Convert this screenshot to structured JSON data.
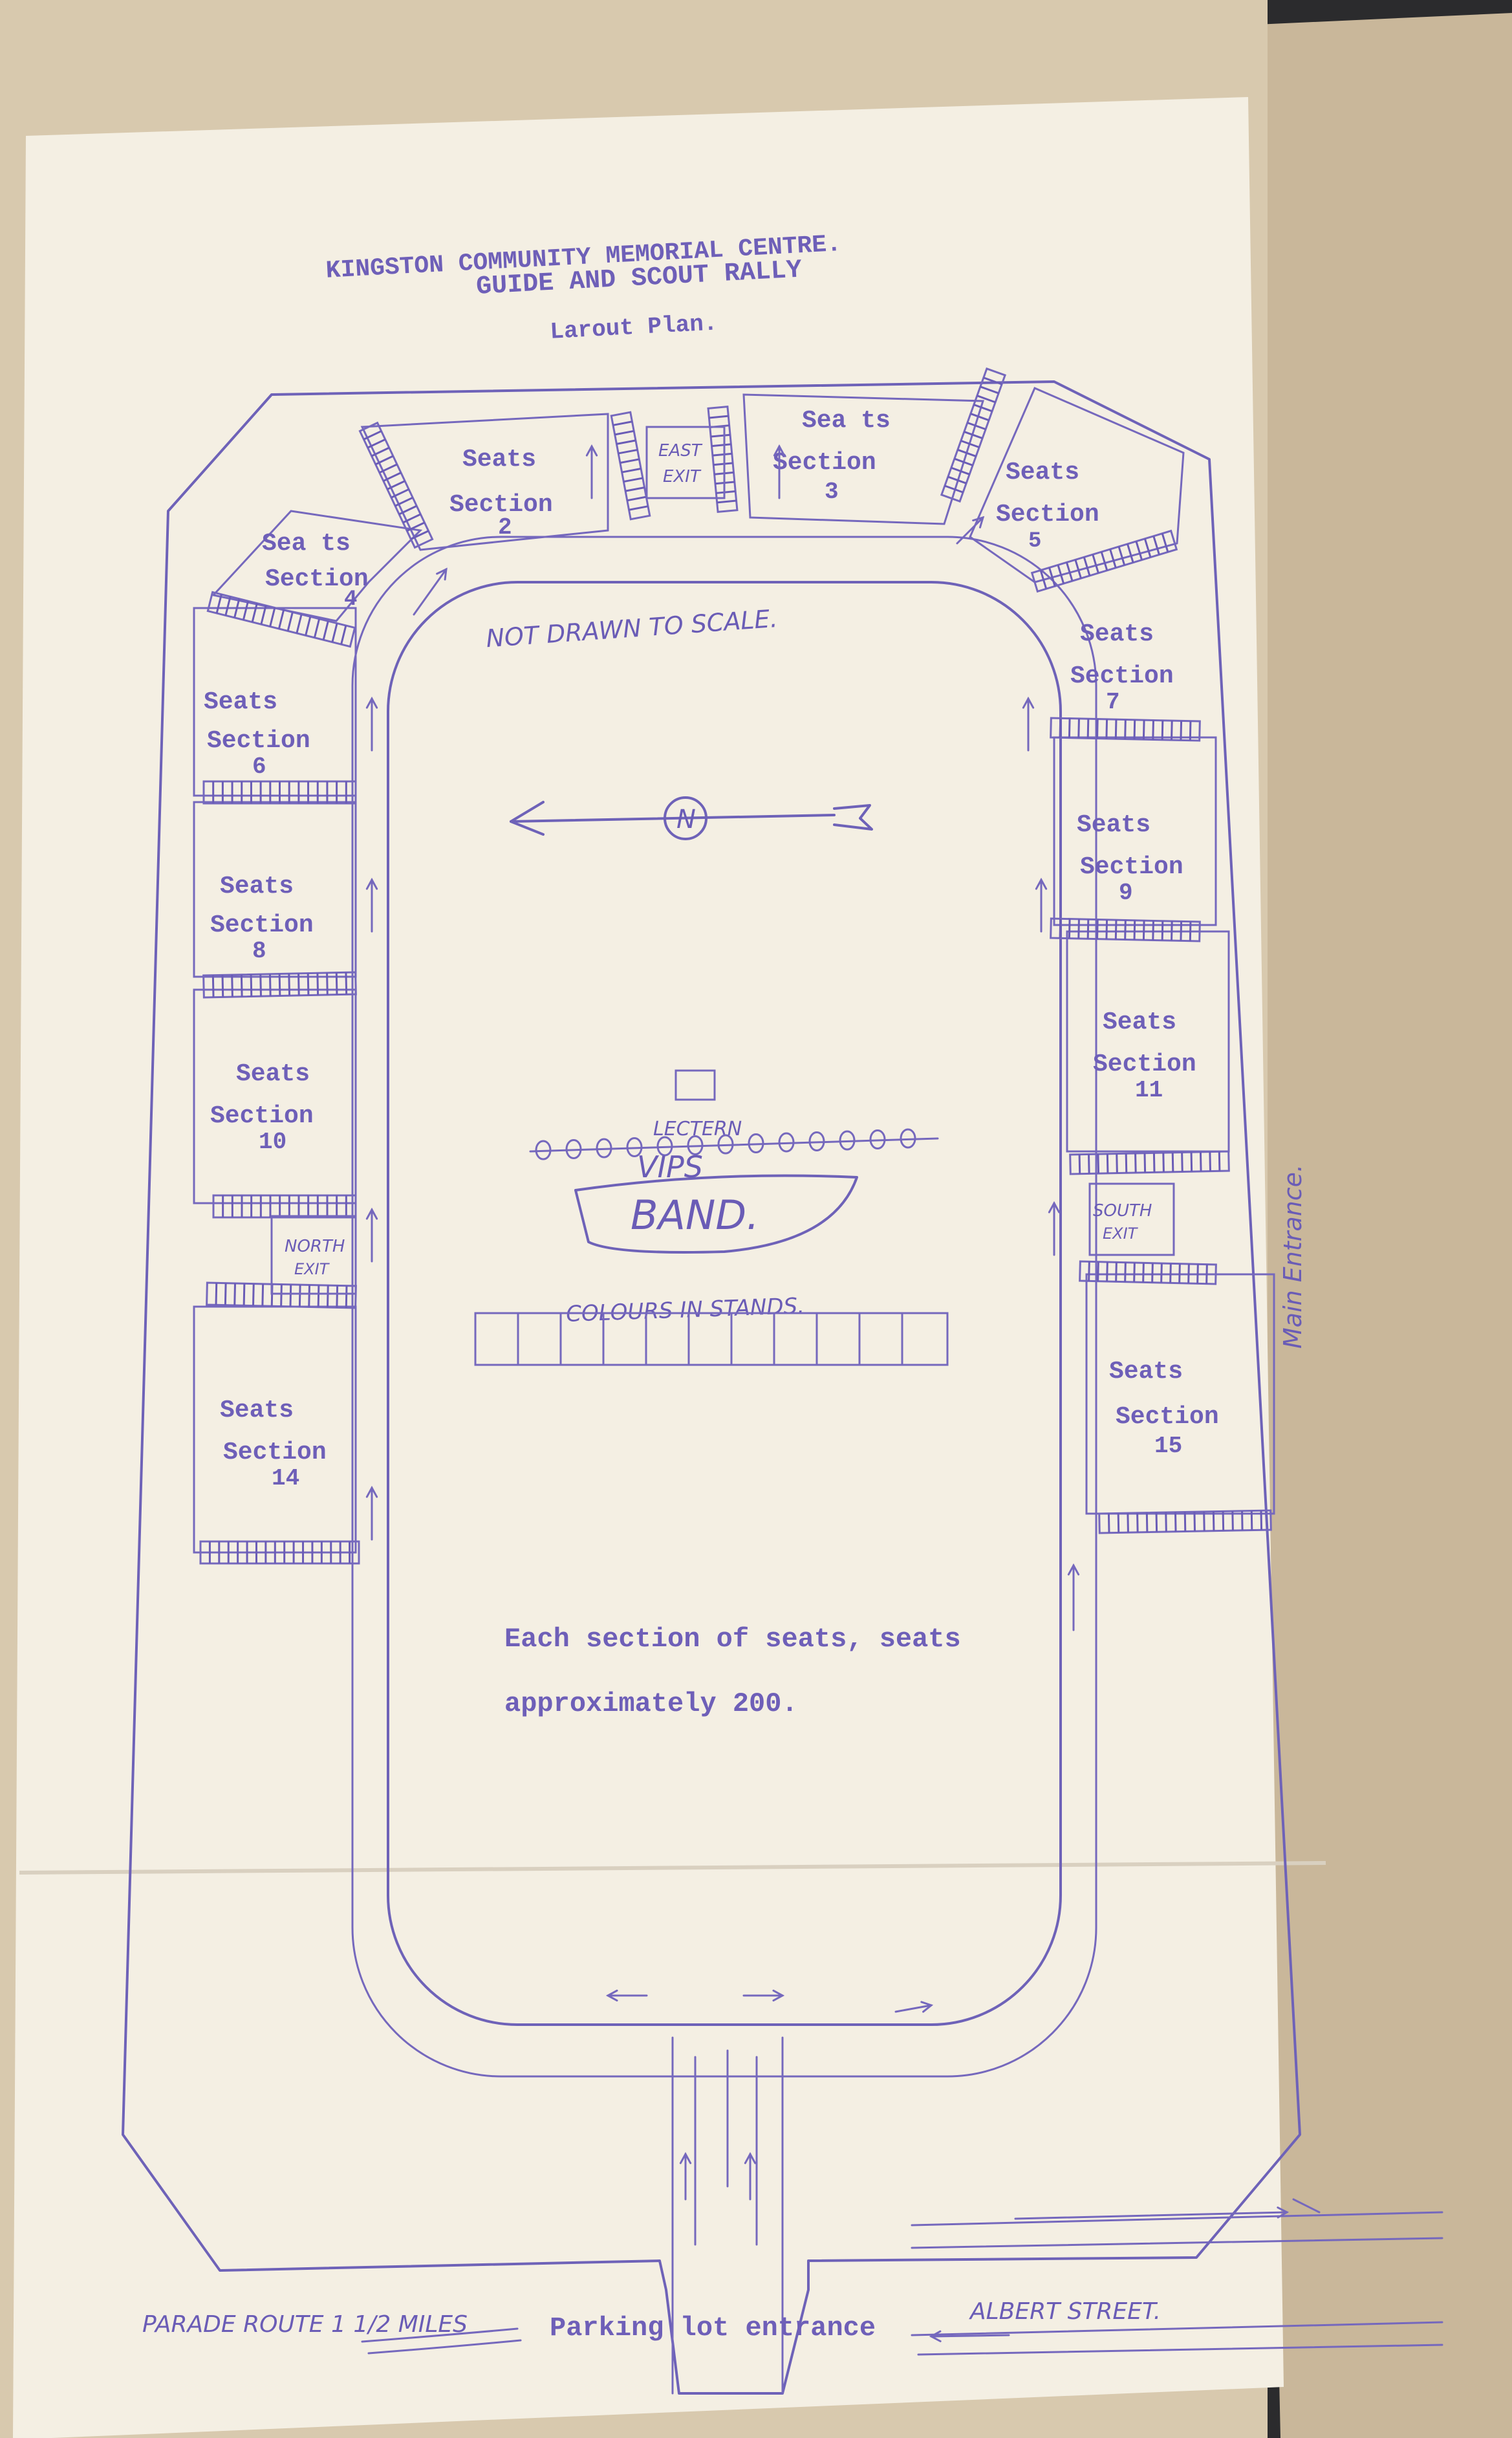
{
  "title": {
    "line1": "KINGSTON   COMMUNITY   MEMORIAL   CENTRE.",
    "line2": "GUIDE AND SCOUT RALLY",
    "line3": "Larout  Plan."
  },
  "note_scale": "NOT DRAWN TO SCALE.",
  "sections": [
    {
      "id": "2",
      "label": "Seats",
      "sub": "Section",
      "num": "2"
    },
    {
      "id": "3",
      "label": "Sea ts",
      "sub": "Section",
      "num": "3"
    },
    {
      "id": "4",
      "label": "Sea ts",
      "sub": "Section",
      "num": "4"
    },
    {
      "id": "5",
      "label": "Seats",
      "sub": "Section",
      "num": "5"
    },
    {
      "id": "6",
      "label": "Seats",
      "sub": "Section",
      "num": "6"
    },
    {
      "id": "7",
      "label": "Seats",
      "sub": "Section",
      "num": "7"
    },
    {
      "id": "8",
      "label": "Seats",
      "sub": "Section",
      "num": "8"
    },
    {
      "id": "9",
      "label": "Seats",
      "sub": "Section",
      "num": "9"
    },
    {
      "id": "10",
      "label": "Seats",
      "sub": "Section",
      "num": "10"
    },
    {
      "id": "11",
      "label": "Seats",
      "sub": "Section",
      "num": "11"
    },
    {
      "id": "14",
      "label": "Seats",
      "sub": "Section",
      "num": "14"
    },
    {
      "id": "15",
      "label": "Seats",
      "sub": "Section",
      "num": "15"
    }
  ],
  "exits": {
    "east": [
      "EAST",
      "EXIT"
    ],
    "north": [
      "NORTH",
      "EXIT"
    ],
    "south": [
      "SOUTH",
      "EXIT"
    ]
  },
  "compass": "N",
  "lectern": "LECTERN",
  "vips": "VIPS",
  "band": "BAND.",
  "colours": "COLOURS IN STANDS.",
  "seat_note": {
    "line1": "Each section of seats, seats",
    "line2": "approximately 200."
  },
  "main_entrance": "Main Entrance.",
  "parade_route": "PARADE ROUTE  1 1/2 MILES",
  "parking": "Parking lot entrance",
  "albert_street": "ALBERT STREET."
}
